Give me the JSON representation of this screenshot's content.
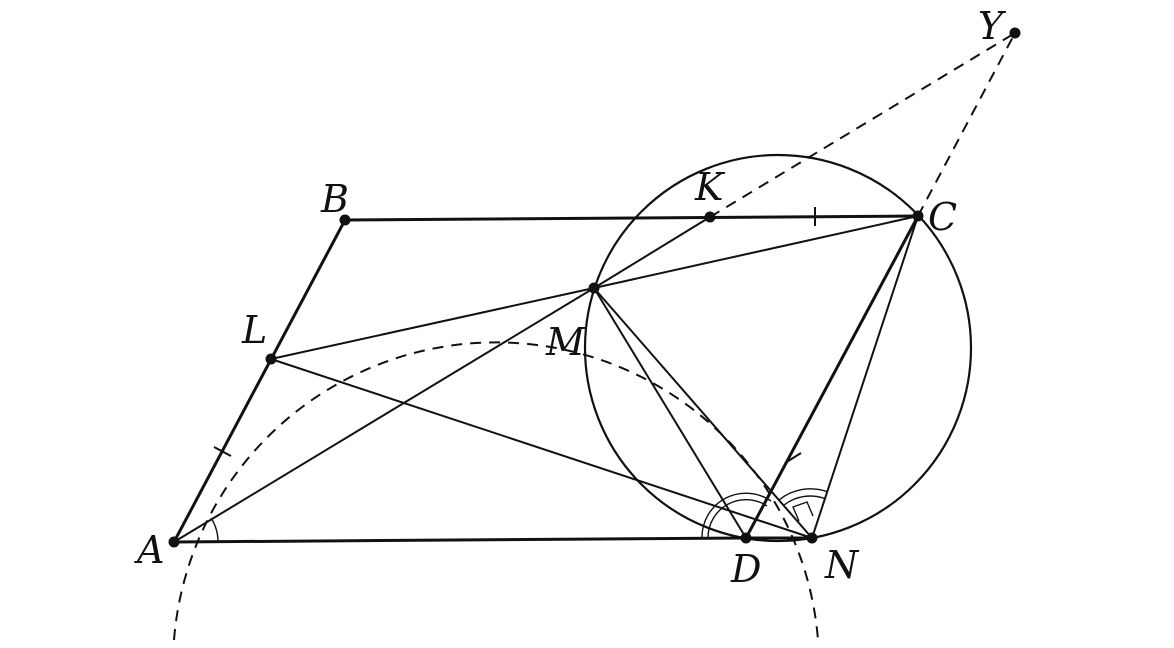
{
  "points": {
    "A": {
      "label": "A"
    },
    "B": {
      "label": "B"
    },
    "C": {
      "label": "C"
    },
    "D": {
      "label": "D"
    },
    "K": {
      "label": "K"
    },
    "L": {
      "label": "L"
    },
    "M": {
      "label": "M"
    },
    "N": {
      "label": "N"
    },
    "Y": {
      "label": "Y"
    }
  },
  "colors": {
    "ink": "#111111",
    "background": "#ffffff"
  }
}
